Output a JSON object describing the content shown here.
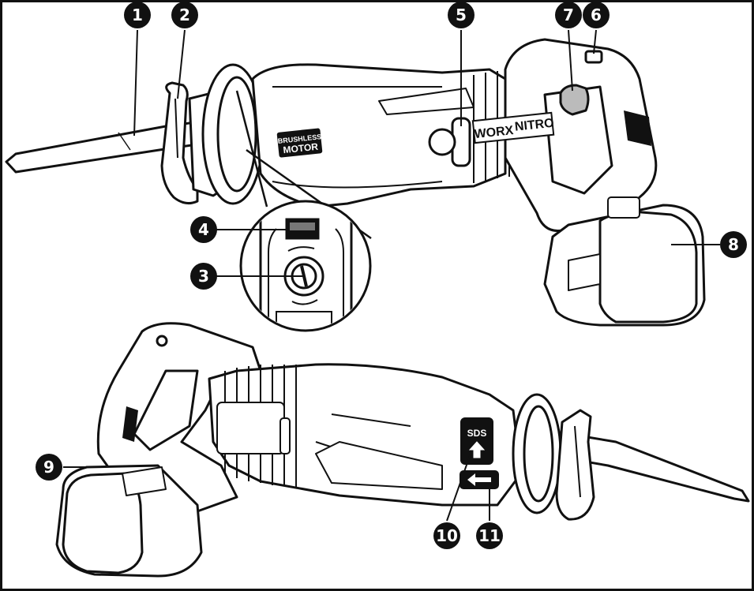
{
  "colors": {
    "ink": "#111111",
    "paper": "#ffffff",
    "grip": "#d9d9d9"
  },
  "callouts": [
    {
      "id": "1",
      "label": "1"
    },
    {
      "id": "2",
      "label": "2"
    },
    {
      "id": "3",
      "label": "3"
    },
    {
      "id": "4",
      "label": "4"
    },
    {
      "id": "5",
      "label": "5"
    },
    {
      "id": "6",
      "label": "6"
    },
    {
      "id": "7",
      "label": "7"
    },
    {
      "id": "8",
      "label": "8"
    },
    {
      "id": "9",
      "label": "9"
    },
    {
      "id": "10",
      "label": "10"
    },
    {
      "id": "11",
      "label": "11"
    }
  ],
  "tool_text": {
    "brushless_line1": "BRUSHLESS",
    "brushless_line2": "MOTOR",
    "brand": "WORX",
    "series": "NITRO",
    "sds": "SDS",
    "worx_side": "WORX"
  },
  "icons": {
    "up_arrow": "up-arrow-icon",
    "left_arrow": "left-arrow-icon",
    "rotate": "rotate-arrow-icon"
  }
}
